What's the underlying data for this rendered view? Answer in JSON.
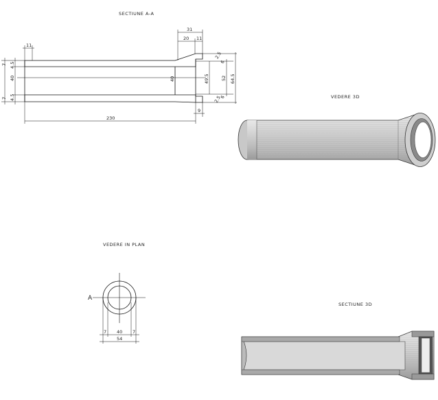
{
  "titles": {
    "section_aa": "SECTIUNE   A-A",
    "view_3d": "VEDERE 3D",
    "plan_view": "VEDERE IN PLAN",
    "section_3d": "SECTIUNE 3D"
  },
  "section_aa_dims": {
    "total_length": "230",
    "bell_length": "31",
    "bell_taper": "20",
    "bell_end": "11",
    "spigot_end": "11",
    "socket_depth": "9",
    "inner_diameter_left": "40",
    "inner_diameter_mid": "40",
    "socket_diameter": "49.5",
    "socket_outer": "52",
    "bell_outer": "64.5",
    "wall_left_top": "7",
    "wall_left_top_inner": "4.5",
    "wall_left_bottom": "7",
    "wall_left_bottom_inner": "4.5",
    "bell_wall_top": "2.5",
    "bell_wall_top_2": "6",
    "bell_wall_bottom": "2.5",
    "bell_wall_bottom_2": "6"
  },
  "plan_dims": {
    "section_mark": "A",
    "wall_left": "7",
    "inner_diameter": "40",
    "wall_right": "7",
    "outer_diameter": "54"
  }
}
